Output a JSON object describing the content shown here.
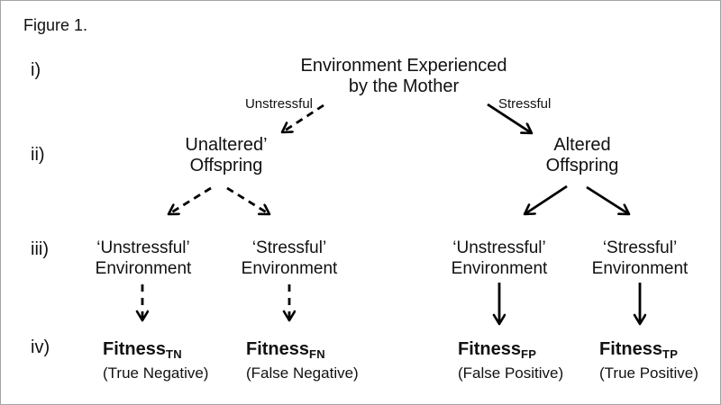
{
  "figure_label": "Figure 1.",
  "row_labels": [
    "i)",
    "ii)",
    "iii)",
    "iv)"
  ],
  "root": {
    "line1": "Environment Experienced",
    "line2": "by the Mother"
  },
  "branches": {
    "unstressful_label": "Unstressful",
    "stressful_label": "Stressful"
  },
  "offspring": [
    {
      "line1": "Unaltered’",
      "line2": "Offspring"
    },
    {
      "line1": "Altered",
      "line2": "Offspring"
    }
  ],
  "environments": [
    {
      "line1": "‘Unstressful’",
      "line2": "Environment"
    },
    {
      "line1": "‘Stressful’",
      "line2": "Environment"
    },
    {
      "line1": "‘Unstressful’",
      "line2": "Environment"
    },
    {
      "line1": "‘Stressful’",
      "line2": "Environment"
    }
  ],
  "outcomes": [
    {
      "base": "Fitness",
      "sub": "TN",
      "caption": "(True Negative)"
    },
    {
      "base": "Fitness",
      "sub": "FN",
      "caption": "(False Negative)"
    },
    {
      "base": "Fitness",
      "sub": "FP",
      "caption": "(False Positive)"
    },
    {
      "base": "Fitness",
      "sub": "TP",
      "caption": "(True Positive)"
    }
  ],
  "colors": {
    "text": "#111111",
    "arrow": "#000000",
    "background": "#ffffff",
    "border": "#a3a3a3"
  }
}
